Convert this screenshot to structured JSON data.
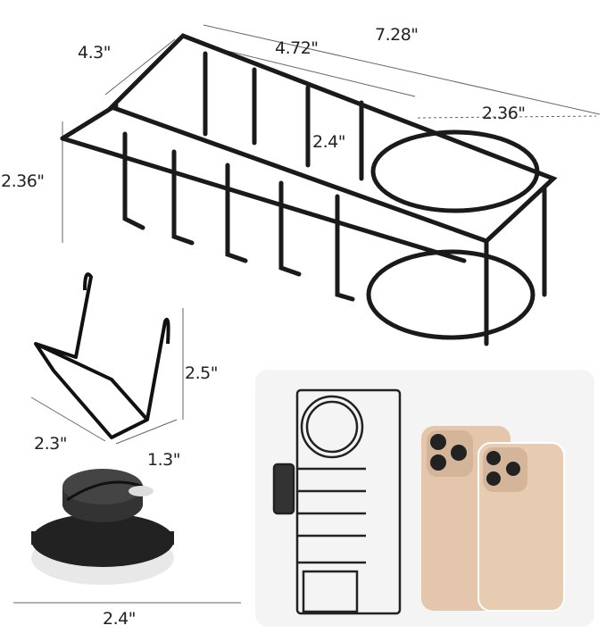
{
  "dimensions": {
    "top_depth": "4.3\"",
    "top_inner_length": "4.72\"",
    "top_total_length": "7.28\"",
    "cup_width": "2.36\"",
    "basket_depth": "2.4\"",
    "height": "2.36\"",
    "hook_height": "2.5\"",
    "hook_width": "2.3\"",
    "hook_depth": "1.3\"",
    "suction_diameter": "2.4\""
  },
  "colors": {
    "metal": "#1a1a1a",
    "phone": "#e3c6ab",
    "panel": "#f4f4f5"
  }
}
